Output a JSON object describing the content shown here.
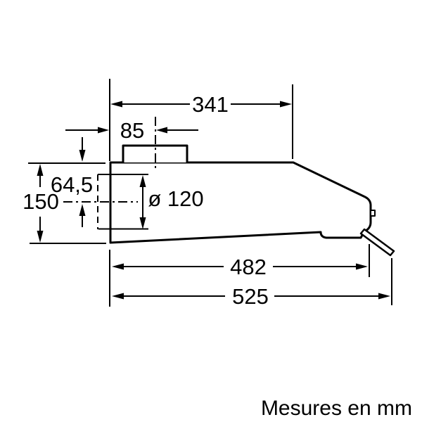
{
  "caption": "Mesures en mm",
  "dimensions": {
    "top_width": "341",
    "duct_center_offset": "85",
    "top_to_outlet_center": "64,5",
    "body_height": "150",
    "outlet_diameter": "ø 120",
    "body_depth": "482",
    "total_depth": "525"
  },
  "colors": {
    "line": "#000000",
    "background": "#ffffff"
  }
}
